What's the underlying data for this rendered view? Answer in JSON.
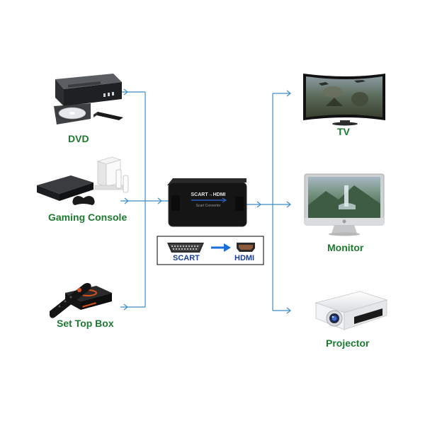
{
  "sources": [
    {
      "id": "dvd",
      "label": "DVD",
      "icon": "dvd-player-icon"
    },
    {
      "id": "gaming",
      "label": "Gaming Console",
      "icon": "game-console-icon"
    },
    {
      "id": "settop",
      "label": "Set Top Box",
      "icon": "set-top-box-icon"
    }
  ],
  "outputs": [
    {
      "id": "tv",
      "label": "TV",
      "icon": "tv-icon"
    },
    {
      "id": "monitor",
      "label": "Monitor",
      "icon": "monitor-icon"
    },
    {
      "id": "projector",
      "label": "Projector",
      "icon": "projector-icon"
    }
  ],
  "converter": {
    "device_title": "SCART→HDMI",
    "device_subtitle": "Scart Converter",
    "input_label": "SCART",
    "output_label": "HDMI"
  },
  "colors": {
    "connector_line": "#3c8dc8",
    "label_green": "#1c7a2e",
    "label_blue": "#1a3f8f",
    "arrow_blue": "#1a6ed8"
  }
}
